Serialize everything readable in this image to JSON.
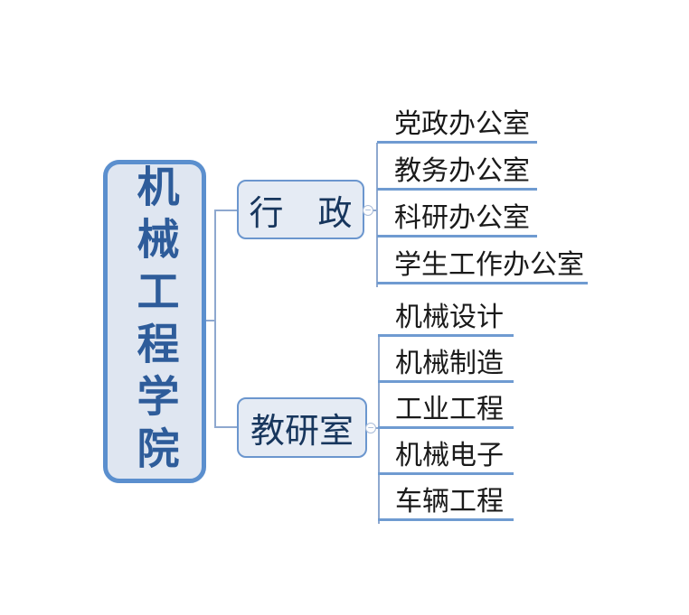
{
  "diagram": {
    "type": "mindmap-org-chart",
    "root": {
      "label": "机械工程学院"
    },
    "branches": [
      {
        "label": "行　政",
        "children": [
          "党政办公室",
          "教务办公室",
          "科研办公室",
          "学生工作办公室"
        ]
      },
      {
        "label": "教研室",
        "children": [
          "机械设计",
          "机械制造",
          "工业工程",
          "机械电子",
          "车辆工程"
        ]
      }
    ],
    "icons": {
      "collapse_toggle": "−"
    },
    "colors": {
      "background": "#ffffff",
      "root_border": "#5b8fce",
      "root_fill": "#dfe6f1",
      "root_text": "#2e5c9a",
      "branch_border": "#6b96ce",
      "branch_fill": "#e5ebf4",
      "branch_text": "#17365d",
      "subtopic_text": "#1a1a1a",
      "underline": "#6f9bd1",
      "connector": "#8ea8cf",
      "toggle_outline": "#a9bcd8"
    }
  }
}
